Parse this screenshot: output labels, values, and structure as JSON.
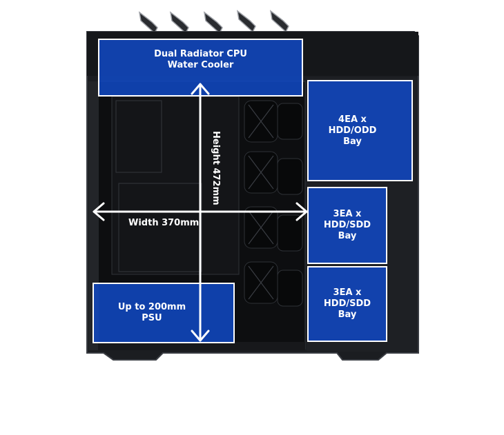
{
  "labels": {
    "cpu_cooler": "Dual Radiator CPU\nWater Cooler",
    "hdd_odd_bay": "4EA x\nHDD/ODD\nBay",
    "hdd_ssd_bay_upper": "3EA x\nHDD/SDD\nBay",
    "hdd_ssd_bay_lower": "3EA x\nHDD/SDD\nBay",
    "psu": "Up to 200mm\nPSU",
    "width": "Width 370mm",
    "height": "Height 472mm"
  },
  "colors": {
    "overlay": "#1048c4",
    "case_body": "#1b1d21",
    "case_interior": "#0d0e10",
    "arrow": "#ffffff"
  }
}
